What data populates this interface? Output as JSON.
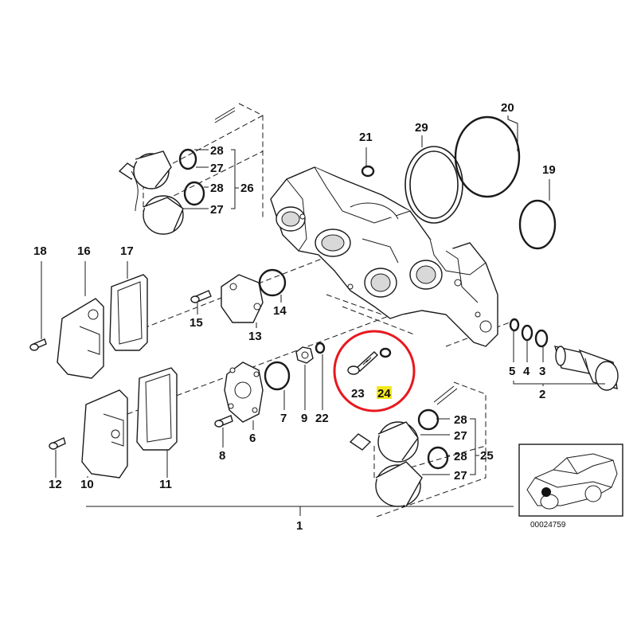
{
  "diagram": {
    "callouts": {
      "c1": "1",
      "c2": "2",
      "c3": "3",
      "c4": "4",
      "c5": "5",
      "c6": "6",
      "c7": "7",
      "c8": "8",
      "c9": "9",
      "c10": "10",
      "c11": "11",
      "c12": "12",
      "c13": "13",
      "c14": "14",
      "c15": "15",
      "c16": "16",
      "c17": "17",
      "c18": "18",
      "c19": "19",
      "c20": "20",
      "c21": "21",
      "c22": "22",
      "c23": "23",
      "c24": "24",
      "c25": "25",
      "c26": "26",
      "c27a": "27",
      "c27b": "27",
      "c27c": "27",
      "c27d": "27",
      "c28a": "28",
      "c28b": "28",
      "c28c": "28",
      "c28d": "28",
      "c29": "29"
    },
    "reference_code": "00024759",
    "colors": {
      "highlight_circle": "#e8181e",
      "highlight_label_bg": "#f4e81c",
      "line": "#1a1a1a"
    }
  }
}
